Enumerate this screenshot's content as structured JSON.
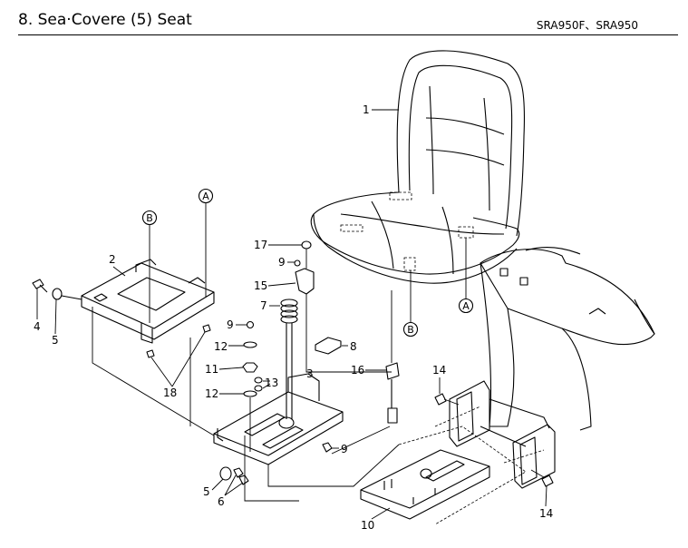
{
  "header": {
    "title": "8. Sea·Covere (5) Seat",
    "models": "SRA950F、SRA950"
  },
  "callouts": {
    "c1": "1",
    "c2": "2",
    "c3": "3",
    "c4": "4",
    "c5a": "5",
    "c5b": "5",
    "c6": "6",
    "c7": "7",
    "c8": "8",
    "c9a": "9",
    "c9b": "9",
    "c9c": "9",
    "c10": "10",
    "c11": "11",
    "c12a": "12",
    "c12b": "12",
    "c13": "13",
    "c14a": "14",
    "c14b": "14",
    "c15": "15",
    "c16": "16",
    "c17": "17",
    "c18": "18"
  },
  "reference_marks": {
    "a_top": "A",
    "b_top": "B",
    "a_seat": "A",
    "b_seat": "B"
  }
}
